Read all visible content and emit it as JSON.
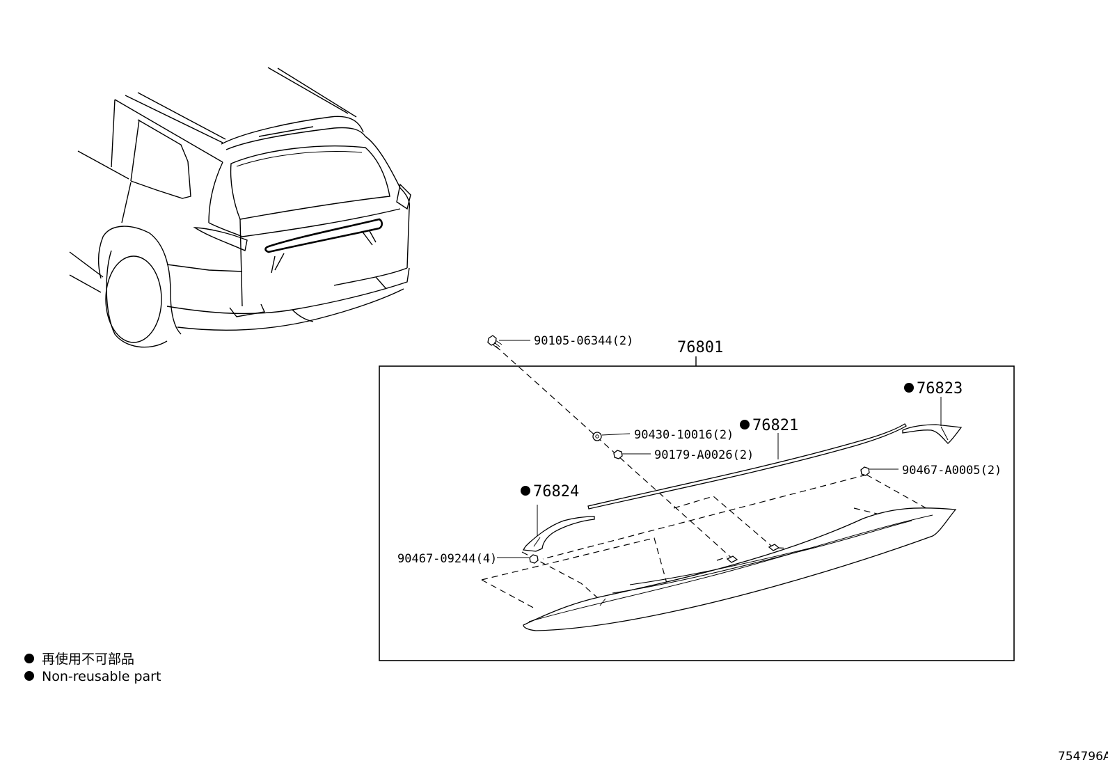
{
  "callouts": {
    "assembly": "76801",
    "bolt": "90105-06344(2)",
    "washer": "90430-10016(2)",
    "nut_upper": "90179-A0026(2)",
    "clip_right": "90467-A0005(2)",
    "clip_left": "90467-09244(4)",
    "moulding": "76821",
    "end_piece_right": "76823",
    "end_piece_left": "76824"
  },
  "legend": {
    "japanese": "再使用不可部品",
    "english": "Non-reusable part"
  },
  "figure_id": "754796A"
}
